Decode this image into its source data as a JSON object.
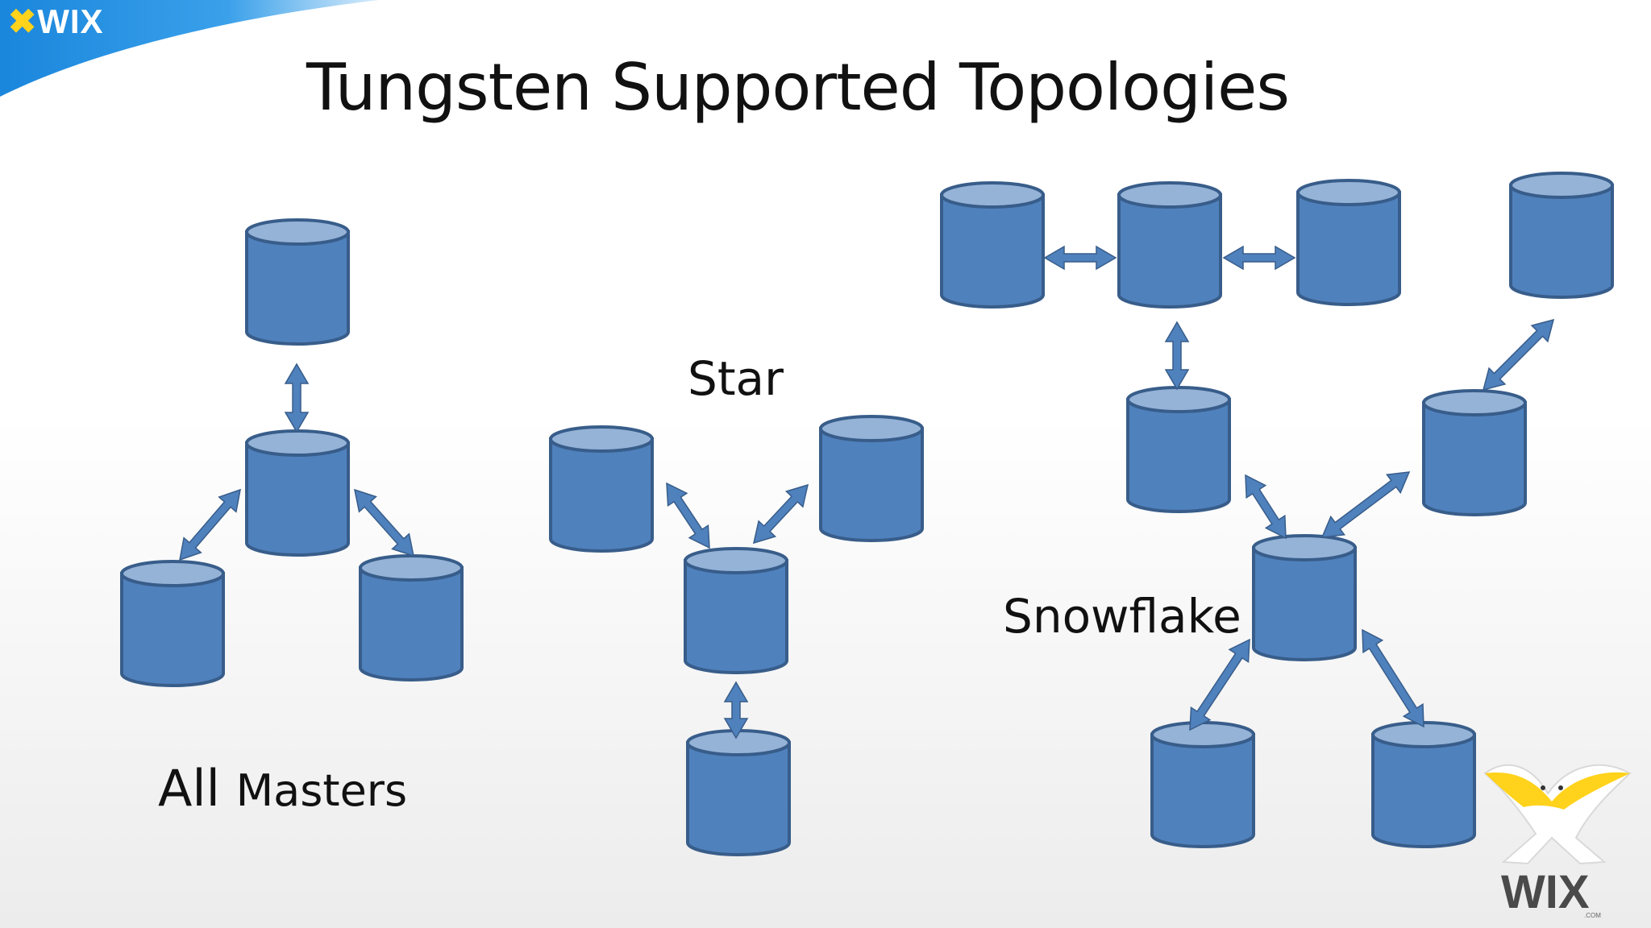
{
  "slide": {
    "title": "Tungsten Supported Topologies",
    "brand_corner": "WIX",
    "brand_logo": "WIX",
    "brand_logo_suffix": ".COM"
  },
  "labels": {
    "all_masters_big": "All",
    "all_masters_small": "Masters",
    "star": "Star",
    "snowflake": "Snowflake"
  },
  "colors": {
    "db_body": "#4f81bd",
    "db_top": "#95b3d7",
    "db_stroke": "#385d8a",
    "arrow": "#4f81bd",
    "banner": "#1f8de0",
    "logo_yellow": "#ffd21c"
  },
  "icons": {
    "database": "database-cylinder-icon",
    "connector": "double-headed-arrow-icon",
    "logo": "wix-logo-icon"
  }
}
